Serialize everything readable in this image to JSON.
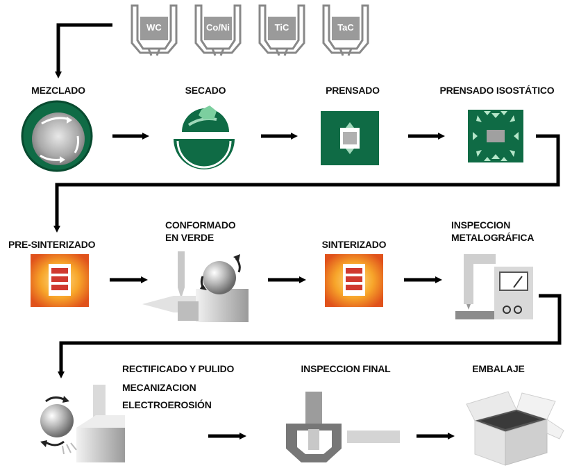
{
  "hoppers": [
    "WC",
    "Co/Ni",
    "TiC",
    "TaC"
  ],
  "steps": {
    "mezclado": "MEZCLADO",
    "secado": "SECADO",
    "prensado": "PRENSADO",
    "isostatico": "PRENSADO ISOSTÁTICO",
    "presinterizado": "PRE-SINTERIZADO",
    "conformado_1": "CONFORMADO",
    "conformado_2": "EN VERDE",
    "sinterizado": "SINTERIZADO",
    "inspeccion_met_1": "INSPECCION",
    "inspeccion_met_2": "METALOGRÁFICA",
    "rectificado_1": "RECTIFICADO Y PULIDO",
    "rectificado_2": "MECANIZACION",
    "rectificado_3": "ELECTROEROSIÓN",
    "inspeccion_final": "INSPECCION FINAL",
    "embalaje": "EMBALAJE"
  },
  "colors": {
    "green": "#0f6b45",
    "green_dark": "#084a2f",
    "green_light": "#9fd7b9",
    "hopper_gray": "#8c8c8c",
    "furnace_orange": "#f28a1d",
    "furnace_red": "#c0392b"
  }
}
